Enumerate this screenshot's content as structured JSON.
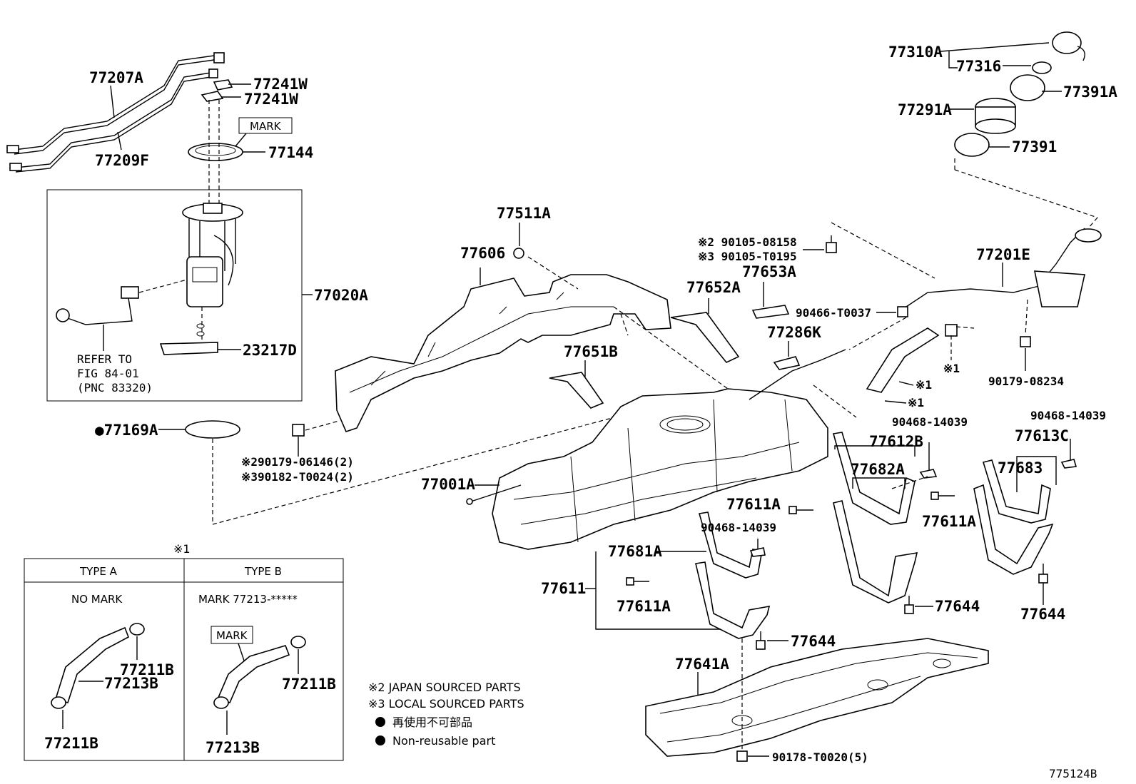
{
  "parts": {
    "p77207A": "77207A",
    "p77209F": "77209F",
    "p77241W_a": "77241W",
    "p77241W_b": "77241W",
    "mark_top": "MARK",
    "p77144": "77144",
    "p77020A": "77020A",
    "refer1": "REFER TO",
    "refer2": "FIG 84-01",
    "refer3": "(PNC 83320)",
    "p23217D": "23217D",
    "p77169A": "●77169A",
    "p77511A": "77511A",
    "p77606": "77606",
    "p90179_06146": "※290179-06146(2)",
    "p90182_T0024": "※390182-T0024(2)",
    "p77001A": "77001A",
    "p77651B": "77651B",
    "p77652A": "77652A",
    "p77653A": "77653A",
    "p77286K": "77286K",
    "p90105_08158": "※2 90105-08158",
    "p90105_T0195": "※3 90105-T0195",
    "p90466_T0037": "90466-T0037",
    "p77201E": "77201E",
    "p90179_08234": "90179-08234",
    "mark_x1_a": "※1",
    "mark_x1_b": "※1",
    "mark_x1_c": "※1",
    "p77310A": "77310A",
    "p77316": "77316",
    "p77391A": "77391A",
    "p77291A": "77291A",
    "p77391": "77391",
    "p90468_14039_a": "90468-14039",
    "p90468_14039_b": "90468-14039",
    "p90468_14039_c": "90468-14039",
    "p77612B": "77612B",
    "p77682A": "77682A",
    "p77613C": "77613C",
    "p77683": "77683",
    "p77611A_a": "77611A",
    "p77611A_b": "77611A",
    "p77611A_c": "77611A",
    "p77681A": "77681A",
    "p77611": "77611",
    "p77644_a": "77644",
    "p77644_b": "77644",
    "p77644_c": "77644",
    "p77641A": "77641A",
    "p90178_T0020": "90178-T0020(5)",
    "ref_code": "775124B"
  },
  "type_table": {
    "title_mark": "※1",
    "type_a": "TYPE A",
    "type_b": "TYPE B",
    "no_mark": "NO MARK",
    "mark_b": "MARK 77213-*****",
    "mark_box": "MARK",
    "a_77211B_top": "77211B",
    "a_77213B": "77213B",
    "a_77211B_bottom": "77211B",
    "b_77211B": "77211B",
    "b_77213B": "77213B"
  },
  "legend": {
    "l1": "※2 JAPAN SOURCED PARTS",
    "l2": "※3 LOCAL SOURCED PARTS",
    "l3": "再使用不可部品",
    "l4": "Non-reusable part"
  }
}
